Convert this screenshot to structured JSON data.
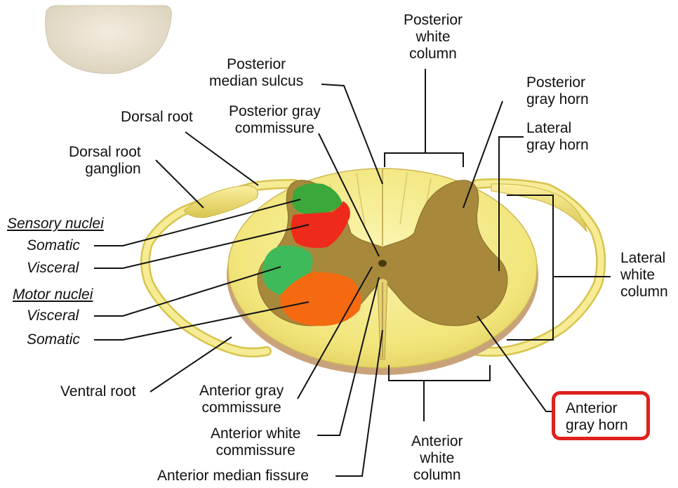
{
  "labels": {
    "posterior_white_column": [
      "Posterior",
      "white",
      "column"
    ],
    "posterior_median_sulcus": [
      "Posterior",
      "median sulcus"
    ],
    "posterior_gray_commissure": [
      "Posterior gray",
      "commissure"
    ],
    "dorsal_root": "Dorsal root",
    "dorsal_root_ganglion": [
      "Dorsal root",
      "ganglion"
    ],
    "posterior_gray_horn": [
      "Posterior",
      "gray horn"
    ],
    "lateral_gray_horn": [
      "Lateral",
      "gray horn"
    ],
    "sensory_nuclei": "Sensory nuclei",
    "sensory_somatic": "Somatic",
    "sensory_visceral": "Visceral",
    "motor_nuclei": "Motor nuclei",
    "motor_visceral": "Visceral",
    "motor_somatic": "Somatic",
    "lateral_white_column": [
      "Lateral",
      "white",
      "column"
    ],
    "ventral_root": "Ventral root",
    "anterior_gray_commissure": [
      "Anterior gray",
      "commissure"
    ],
    "anterior_white_commissure": [
      "Anterior white",
      "commissure"
    ],
    "anterior_median_fissure": "Anterior median fissure",
    "anterior_white_column": [
      "Anterior",
      "white",
      "column"
    ],
    "anterior_gray_horn": [
      "Anterior",
      "gray horn"
    ]
  },
  "colors": {
    "white_matter": "#f1e680",
    "gray_matter": "#a8883a",
    "sensory_somatic": "#3aa83a",
    "sensory_visceral": "#ee2a1a",
    "motor_visceral": "#3fba5a",
    "motor_somatic": "#f56a10",
    "highlight": "#e0201e"
  }
}
